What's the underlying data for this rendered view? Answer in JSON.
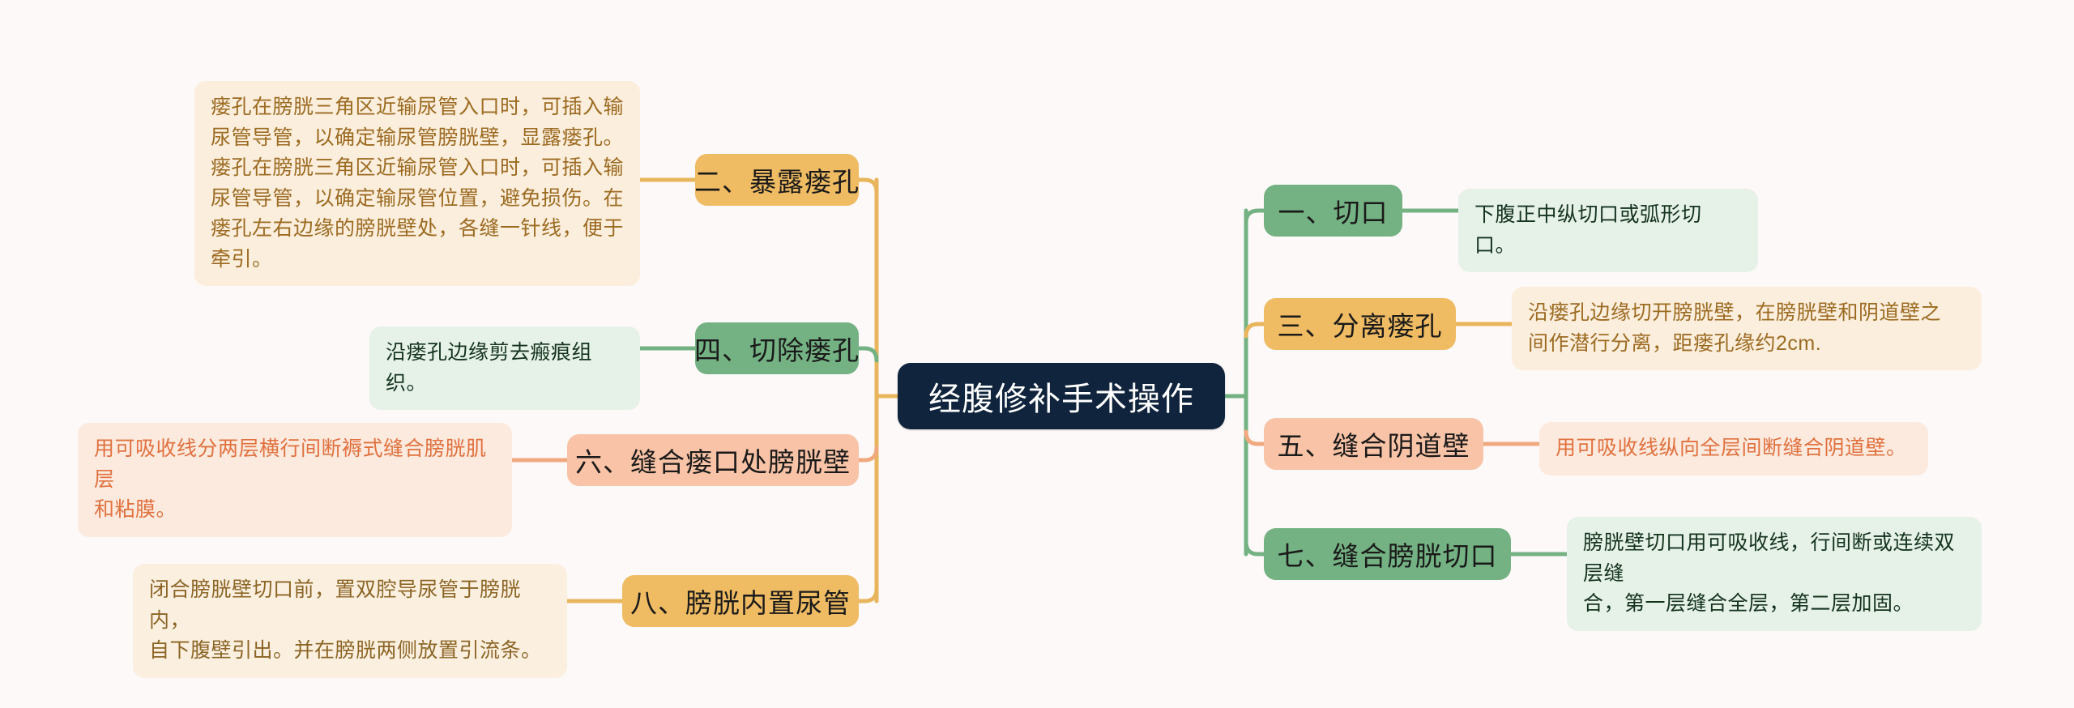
{
  "meta": {
    "title": "经腹修补手术操作",
    "canvas_bg": "#FDF9F8"
  },
  "root": {
    "label": "经腹修补手术操作",
    "bg": "#10243D",
    "color": "#FFFFFF"
  },
  "palette": {
    "amber": "#EFBB63",
    "green": "#74B283",
    "salmon": "#F8C3A6",
    "cream": "#FBEEDC",
    "mint": "#E6F1E8",
    "peach": "#FCEADF",
    "sand": "#FBF0E0",
    "amber_text": "#9C6B22",
    "green_text": "#14331D",
    "salmon_text": "#E0713E",
    "spine_left": "#E8B55C",
    "spine_right": "#74B283"
  },
  "left_branches": [
    {
      "id": "b2",
      "label": "二、暴露瘘孔",
      "color_key": "amber",
      "leaf": {
        "lines": [
          "瘘孔在膀胱三角区近输尿管入口时，可插入输",
          "尿管导管，以确定输尿管膀胱壁，显露瘘孔。",
          "瘘孔在膀胱三角区近输尿管入口时，可插入输",
          "尿管导管，以确定输尿管位置，避免损伤。在",
          "瘘孔左右边缘的膀胱壁处，各缝一针线，便于",
          "牵引。"
        ],
        "style_key": "cream"
      }
    },
    {
      "id": "b4",
      "label": "四、切除瘘孔",
      "color_key": "green",
      "leaf": {
        "lines": [
          "沿瘘孔边缘剪去瘢痕组织。"
        ],
        "style_key": "mint"
      }
    },
    {
      "id": "b6",
      "label": "六、缝合瘘口处膀胱壁",
      "color_key": "salmon",
      "leaf": {
        "lines": [
          "用可吸收线分两层横行间断褥式缝合膀胱肌层",
          "和粘膜。"
        ],
        "style_key": "peach"
      }
    },
    {
      "id": "b8",
      "label": "八、膀胱内置尿管",
      "color_key": "amber",
      "leaf": {
        "lines": [
          "闭合膀胱壁切口前，置双腔导尿管于膀胱内，",
          "自下腹壁引出。并在膀胱两侧放置引流条。"
        ],
        "style_key": "sand"
      }
    }
  ],
  "right_branches": [
    {
      "id": "b1",
      "label": "一、切口",
      "color_key": "green",
      "leaf": {
        "lines": [
          "下腹正中纵切口或弧形切口。"
        ],
        "style_key": "mint"
      }
    },
    {
      "id": "b3",
      "label": "三、分离瘘孔",
      "color_key": "amber",
      "leaf": {
        "lines": [
          "沿瘘孔边缘切开膀胱壁，在膀胱壁和阴道壁之",
          "间作潜行分离，距瘘孔缘约2cm."
        ],
        "style_key": "cream"
      }
    },
    {
      "id": "b5",
      "label": "五、缝合阴道壁",
      "color_key": "salmon",
      "leaf": {
        "lines": [
          "用可吸收线纵向全层间断缝合阴道壁。"
        ],
        "style_key": "peach"
      }
    },
    {
      "id": "b7",
      "label": "七、缝合膀胱切口",
      "color_key": "green",
      "leaf": {
        "lines": [
          "膀胱壁切口用可吸收线，行间断或连续双层缝",
          "合，第一层缝合全层，第二层加固。"
        ],
        "style_key": "mint"
      }
    }
  ]
}
